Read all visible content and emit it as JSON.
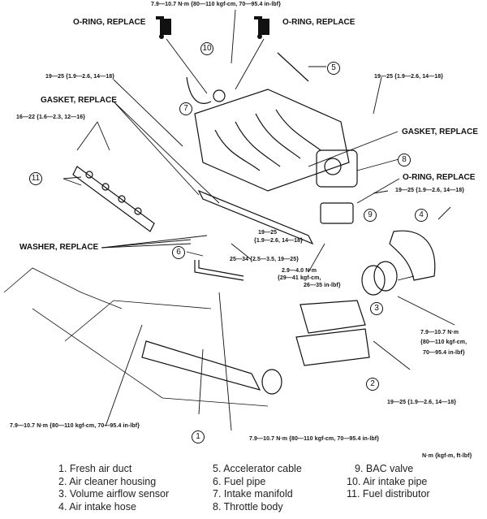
{
  "diagram": {
    "torque_labels": {
      "top": "7.9—10.7 N·m {80—110 kgf-cm, 70—95.4 in-lbf}",
      "upper_left": "19—25 {1.9—2.6, 14—18}",
      "left_bolts": "16—22 {1.6—2.3, 12—16}",
      "upper_right": "19—25 {1.9—2.6, 14—18}",
      "right_mid": "19—25 {1.9—2.6, 14—18}",
      "center_a_line1": "19—25",
      "center_a_line2": "{1.9—2.6, 14—18}",
      "center_b": "25—34 {2.5—3.5, 19—25}",
      "center_c_line1": "2.9—4.0 N·m",
      "center_c_line2": "{29—41 kgf-cm,",
      "center_c_line3": "26—35 in-lbf}",
      "right_low_line1": "7.9—10.7 N·m",
      "right_low_line2": "{80—110 kgf-cm,",
      "right_low_line3": "70—95.4 in-lbf}",
      "right_bottom": "19—25 {1.9—2.6, 14—18}",
      "bottom_left": "7.9—10.7 N·m {80—110 kgf-cm, 70—95.4 in-lbf}",
      "bottom_center": "7.9—10.7 N·m {80—110 kgf-cm, 70—95.4 in-lbf}",
      "units_note": "N·m {kgf-m, ft-lbf}"
    },
    "notes": {
      "oring_left": "O-RING, REPLACE",
      "oring_right": "O-RING, REPLACE",
      "gasket_left": "GASKET, REPLACE",
      "gasket_right": "GASKET, REPLACE",
      "oring_throttle": "O-RING, REPLACE",
      "washer": "WASHER, REPLACE"
    },
    "callouts": [
      "1",
      "2",
      "3",
      "4",
      "5",
      "6",
      "7",
      "8",
      "9",
      "10",
      "11"
    ]
  },
  "legend": {
    "col1": [
      "1. Fresh air duct",
      "2. Air cleaner housing",
      "3. Volume airflow sensor",
      "4. Air intake hose"
    ],
    "col2": [
      "5. Accelerator cable",
      "6. Fuel pipe",
      "7. Intake manifold",
      "8. Throttle body"
    ],
    "col3": [
      "9. BAC valve",
      "10. Air intake pipe",
      "11. Fuel distributor"
    ]
  }
}
